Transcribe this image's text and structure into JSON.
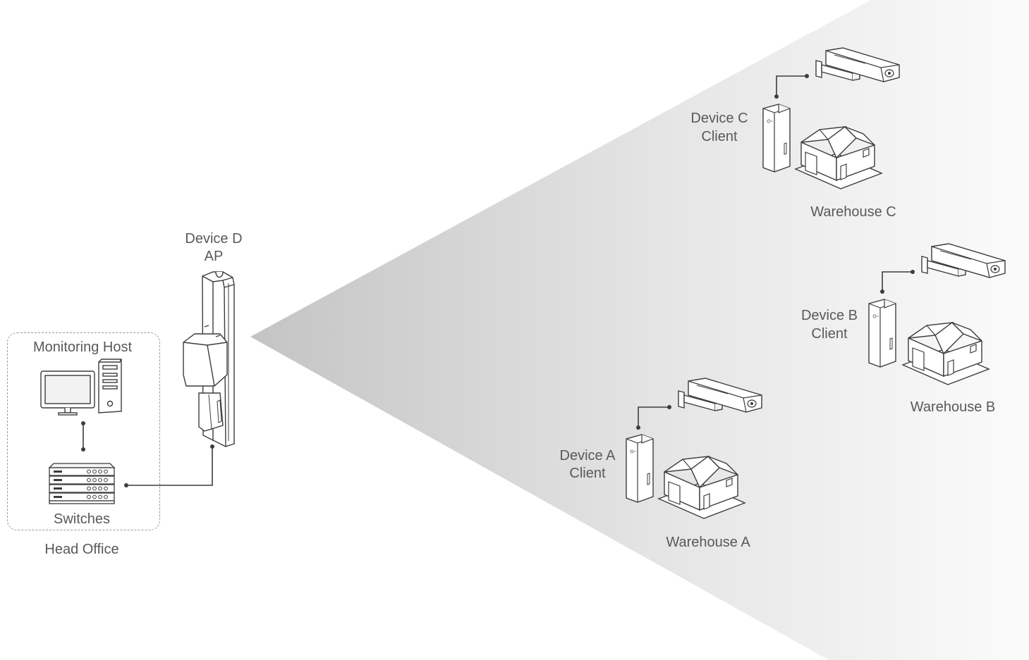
{
  "colors": {
    "line": "#3c3c3c",
    "text": "#595959",
    "beam": "#c8c8c8",
    "dashed_border": "#9a9a9a"
  },
  "head_office": {
    "label": "Head Office",
    "monitoring_host": "Monitoring Host",
    "switches": "Switches"
  },
  "device_d": {
    "name": "Device D",
    "role": "AP"
  },
  "sites": [
    {
      "device": "Device C",
      "role": "Client",
      "warehouse": "Warehouse C"
    },
    {
      "device": "Device B",
      "role": "Client",
      "warehouse": "Warehouse B"
    },
    {
      "device": "Device A",
      "role": "Client",
      "warehouse": "Warehouse A"
    }
  ],
  "icons": [
    "monitor-icon",
    "pc-tower-icon",
    "switch-stack-icon",
    "outdoor-ap-icon",
    "cpe-client-icon",
    "camera-icon",
    "warehouse-icon"
  ]
}
